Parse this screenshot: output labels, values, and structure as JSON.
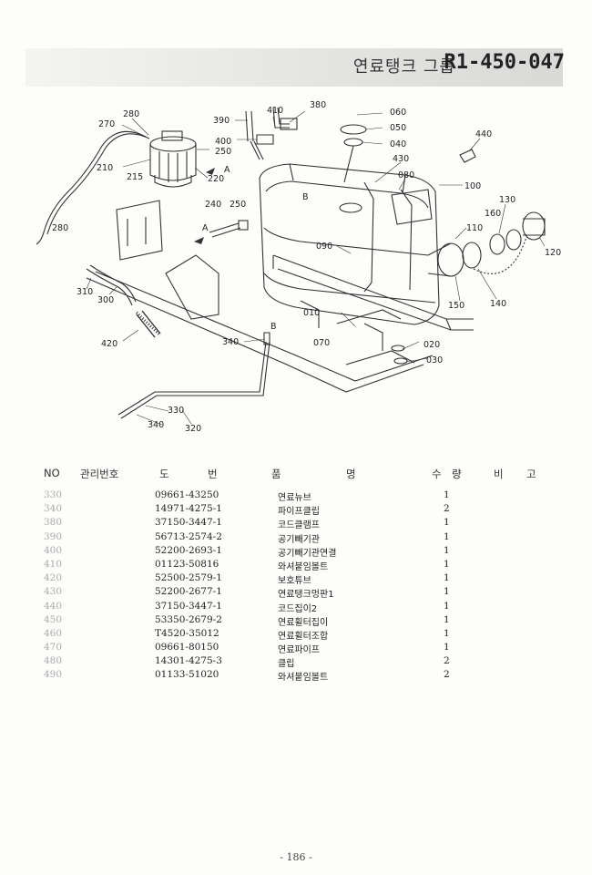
{
  "header": {
    "title": "연료탱크 그룹",
    "code": "R1-450-047"
  },
  "diagram": {
    "callouts": [
      "280",
      "270",
      "390",
      "410",
      "380",
      "060",
      "050",
      "040",
      "400",
      "250",
      "440",
      "210",
      "215",
      "220",
      "A",
      "430",
      "080",
      "100",
      "B",
      "130",
      "240",
      "250",
      "A",
      "160",
      "110",
      "120",
      "090",
      "280",
      "150",
      "140",
      "310",
      "300",
      "010",
      "B",
      "020",
      "420",
      "340",
      "070",
      "030",
      "330",
      "340",
      "320"
    ]
  },
  "table": {
    "headers": [
      "NO",
      "관리번호",
      "도",
      "번",
      "품",
      "명",
      "수",
      "량",
      "비",
      "고"
    ],
    "rows": [
      {
        "no": "330",
        "part": "09661-43250",
        "name": "연료뉴브",
        "qty": "1"
      },
      {
        "no": "340",
        "part": "14971-4275-1",
        "name": "파이프클립",
        "qty": "2"
      },
      {
        "no": "380",
        "part": "37150-3447-1",
        "name": "코드클램프",
        "qty": "1"
      },
      {
        "no": "390",
        "part": "56713-2574-2",
        "name": "공기빼기관",
        "qty": "1"
      },
      {
        "no": "400",
        "part": "52200-2693-1",
        "name": "공기빼기관연결",
        "qty": "1"
      },
      {
        "no": "410",
        "part": "01123-50816",
        "name": "와셔붙임볼트",
        "qty": "1"
      },
      {
        "no": "420",
        "part": "52500-2579-1",
        "name": "보호튜브",
        "qty": "1"
      },
      {
        "no": "430",
        "part": "52200-2677-1",
        "name": "연료탱크멍판1",
        "qty": "1"
      },
      {
        "no": "440",
        "part": "37150-3447-1",
        "name": "코드집이2",
        "qty": "1"
      },
      {
        "no": "450",
        "part": "53350-2679-2",
        "name": "연료휠터집이",
        "qty": "1"
      },
      {
        "no": "460",
        "part": "T4520-35012",
        "name": "연료휠터조합",
        "qty": "1"
      },
      {
        "no": "470",
        "part": "09661-80150",
        "name": "연료파이프",
        "qty": "1"
      },
      {
        "no": "480",
        "part": "14301-4275-3",
        "name": "클립",
        "qty": "2"
      },
      {
        "no": "490",
        "part": "01133-51020",
        "name": "와셔붙임볼트",
        "qty": "2"
      }
    ]
  },
  "footer": {
    "page": "- 186 -"
  }
}
